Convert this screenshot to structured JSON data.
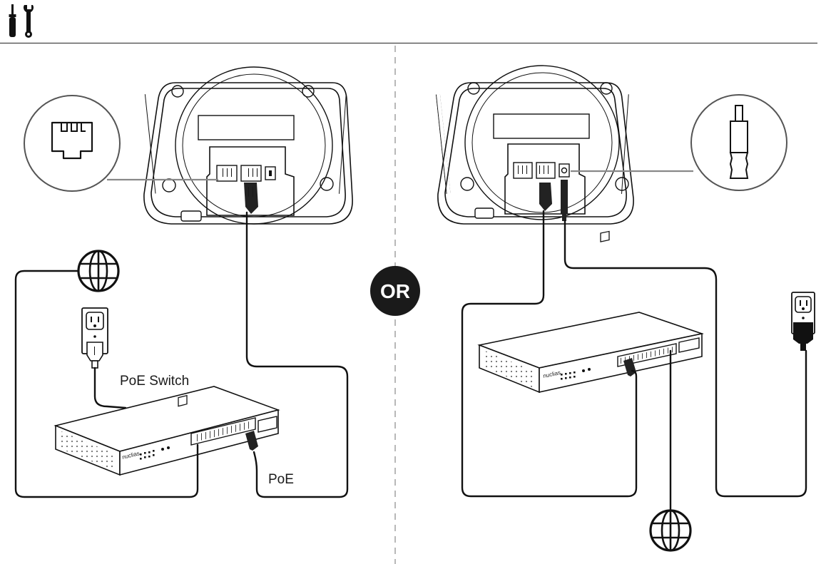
{
  "header": {
    "icon": "tools-icon"
  },
  "divider": {
    "label": "OR"
  },
  "left_panel": {
    "switch_label": "PoE Switch",
    "poe_port_label": "PoE",
    "switch_brand": "nuclias",
    "icons": [
      "rj45-port-zoom-icon",
      "globe-icon",
      "wall-outlet-icon",
      "poe-switch",
      "access-point"
    ]
  },
  "right_panel": {
    "switch_brand": "nuclias",
    "icons": [
      "power-jack-zoom-icon",
      "globe-icon",
      "wall-outlet-icon",
      "power-adapter-icon",
      "network-switch",
      "access-point"
    ]
  },
  "colors": {
    "line": "#111111",
    "badge": "#1a1a1a",
    "background": "#ffffff",
    "divider": "#888888"
  }
}
